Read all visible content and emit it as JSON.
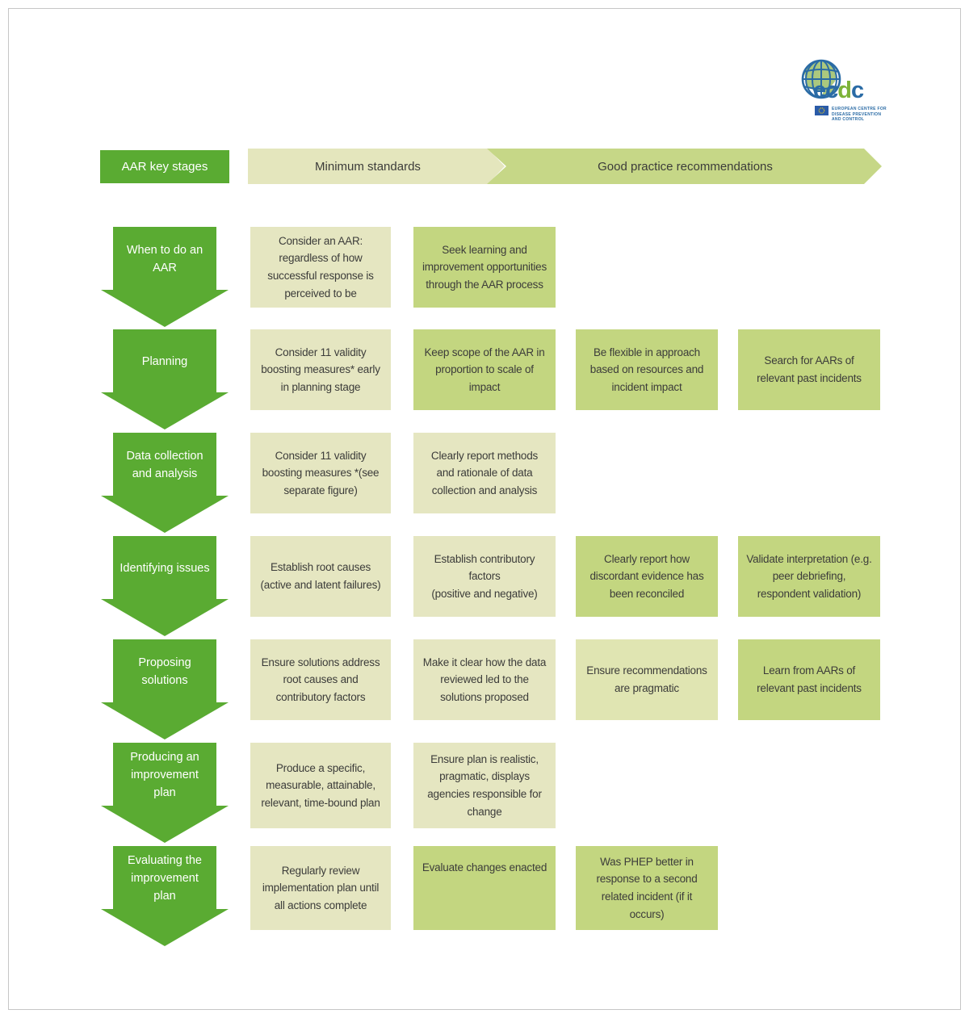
{
  "logo": {
    "wordmark": {
      "ec": "ec",
      "d": "d",
      "c": "c"
    },
    "caption": "EUROPEAN CENTRE FOR\nDISEASE PREVENTION\nAND CONTROL",
    "colors": {
      "blue": "#2a6ba5",
      "green": "#7db338",
      "flag_blue": "#2a5ba8",
      "star_yellow": "#f6d216"
    }
  },
  "header": {
    "key_stages_label": "AAR key stages",
    "min_standards_label": "Minimum standards",
    "good_practice_label": "Good practice recommendations"
  },
  "colors": {
    "stage_green": "#5aab32",
    "box_cream": "#e5e6c1",
    "box_green": "#c3d680",
    "box_light_green": "#e0e5b2",
    "header_light": "#e4e6bd",
    "header_green": "#c6d787",
    "text_dark": "#3c3c3a",
    "frame_gray": "#c6c6c6"
  },
  "stages": [
    {
      "label": "When to do an\nAAR"
    },
    {
      "label": "Planning"
    },
    {
      "label": "Data collection\nand analysis"
    },
    {
      "label": "Identifying issues"
    },
    {
      "label": "Proposing\nsolutions"
    },
    {
      "label": "Producing an\nimprovement\nplan"
    },
    {
      "label": "Evaluating the\nimprovement\nplan"
    }
  ],
  "boxes": [
    {
      "stage": "When to do an AAR",
      "column": "minimum-standards-1",
      "variant": "cream",
      "text": "Consider an AAR: regardless of how successful response is perceived to be"
    },
    {
      "stage": "When to do an AAR",
      "column": "minimum-standards-2",
      "variant": "green",
      "text": "Seek learning and improvement opportunities through the AAR process"
    },
    {
      "stage": "Planning",
      "column": "minimum-standards-1",
      "variant": "cream",
      "text": "Consider 11 validity boosting measures* early in planning stage"
    },
    {
      "stage": "Planning",
      "column": "minimum-standards-2",
      "variant": "green",
      "text": "Keep scope of the AAR in proportion to scale of impact"
    },
    {
      "stage": "Planning",
      "column": "good-practice-1",
      "variant": "green",
      "text": "Be flexible in approach based on resources and incident impact"
    },
    {
      "stage": "Planning",
      "column": "good-practice-2",
      "variant": "green",
      "text": "Search for AARs of relevant past incidents"
    },
    {
      "stage": "Data collection and analysis",
      "column": "minimum-standards-1",
      "variant": "cream",
      "text": "Consider 11 validity boosting measures *(see separate figure)"
    },
    {
      "stage": "Data collection and analysis",
      "column": "minimum-standards-2",
      "variant": "cream",
      "text": "Clearly report methods and rationale of data collection and analysis"
    },
    {
      "stage": "Identifying issues",
      "column": "minimum-standards-1",
      "variant": "cream",
      "text": "Establish root causes (active and latent failures)"
    },
    {
      "stage": "Identifying issues",
      "column": "minimum-standards-2",
      "variant": "cream",
      "text": "Establish contributory factors\n(positive and negative)"
    },
    {
      "stage": "Identifying issues",
      "column": "good-practice-1",
      "variant": "green",
      "text": "Clearly report how discordant evidence has been reconciled"
    },
    {
      "stage": "Identifying issues",
      "column": "good-practice-2",
      "variant": "green",
      "text": "Validate interpretation (e.g. peer debriefing, respondent validation)"
    },
    {
      "stage": "Proposing solutions",
      "column": "minimum-standards-1",
      "variant": "cream",
      "text": "Ensure solutions address root causes and contributory factors"
    },
    {
      "stage": "Proposing solutions",
      "column": "minimum-standards-2",
      "variant": "cream",
      "text": "Make it clear how the data reviewed led to the solutions proposed"
    },
    {
      "stage": "Proposing solutions",
      "column": "good-practice-1",
      "variant": "lightgreen",
      "text": "Ensure recommendations are pragmatic"
    },
    {
      "stage": "Proposing solutions",
      "column": "good-practice-2",
      "variant": "green",
      "text": "Learn from AARs of relevant past incidents"
    },
    {
      "stage": "Producing an improvement plan",
      "column": "minimum-standards-1",
      "variant": "cream",
      "text": "Produce a specific, measurable, attainable, relevant, time-bound plan"
    },
    {
      "stage": "Producing an improvement plan",
      "column": "minimum-standards-2",
      "variant": "cream",
      "text": "Ensure plan is realistic, pragmatic, displays agencies responsible for change"
    },
    {
      "stage": "Evaluating the improvement plan",
      "column": "minimum-standards-1",
      "variant": "cream",
      "text": "Regularly review implementation plan until all actions complete"
    },
    {
      "stage": "Evaluating the improvement plan",
      "column": "minimum-standards-2",
      "variant": "green",
      "text": "Evaluate changes enacted"
    },
    {
      "stage": "Evaluating the improvement plan",
      "column": "good-practice-1",
      "variant": "green",
      "text": "Was PHEP better in response to a second related incident (if it occurs)"
    }
  ]
}
